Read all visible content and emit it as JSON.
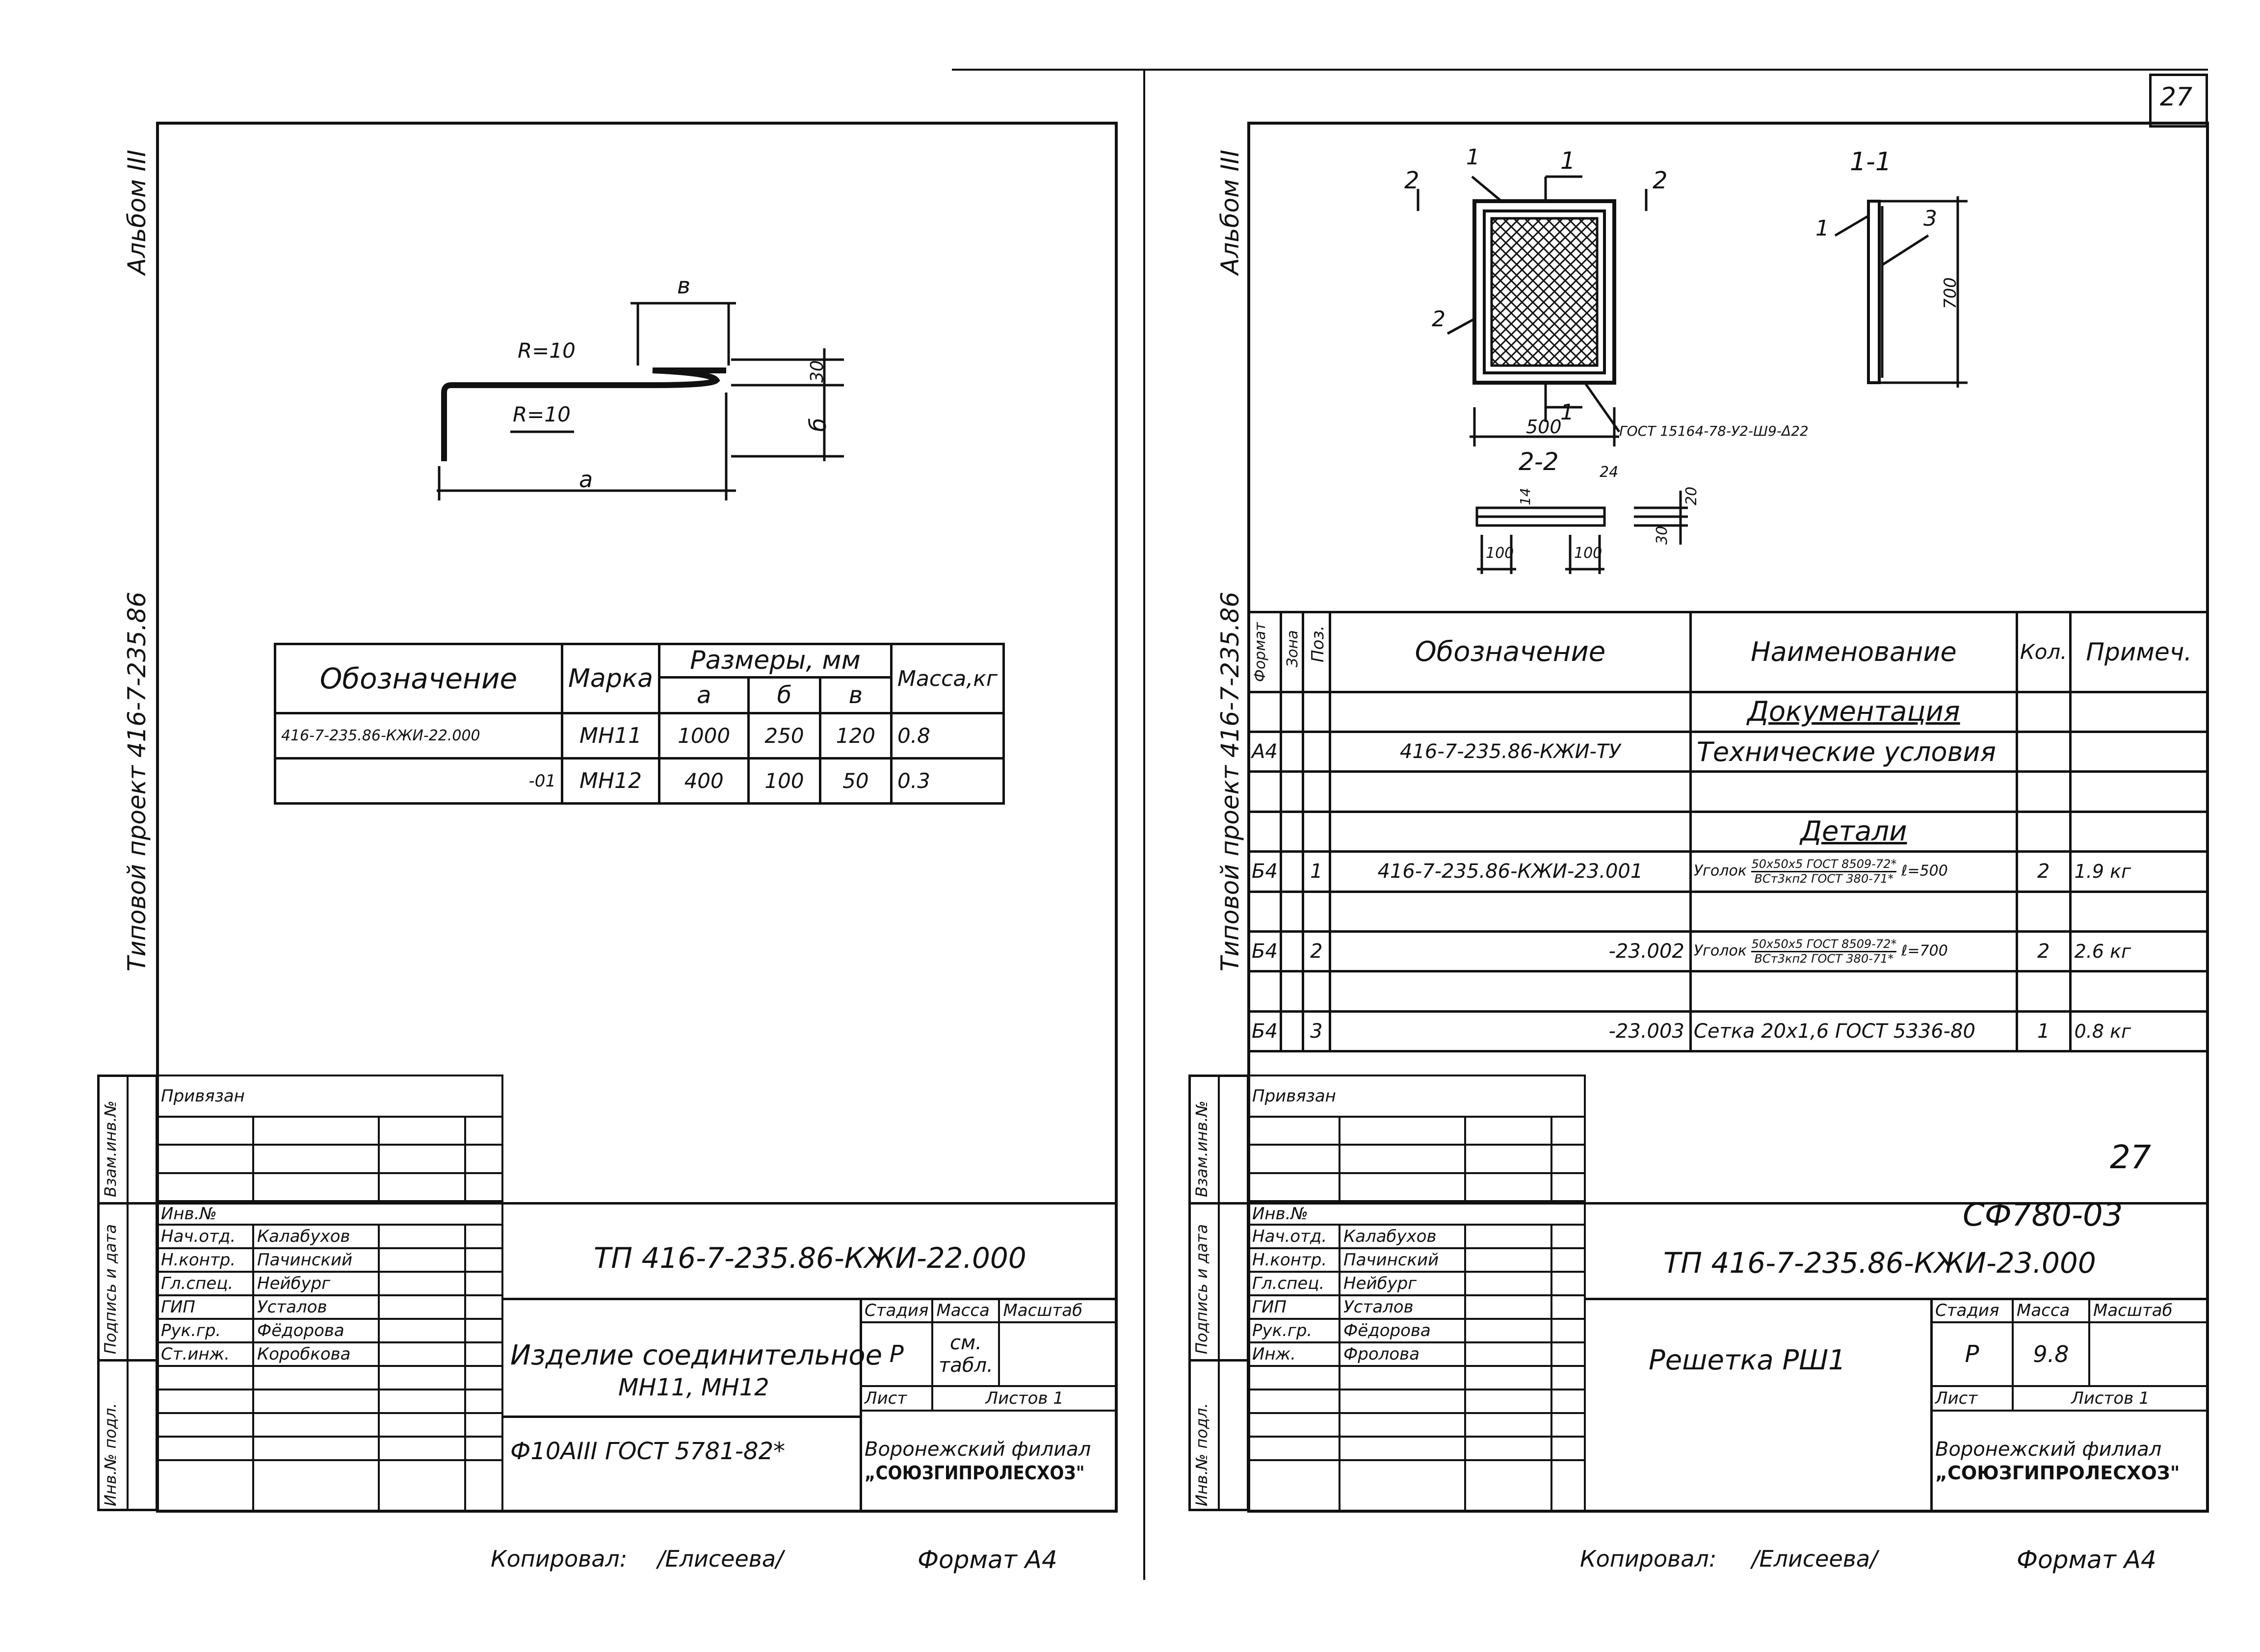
{
  "page_number": "27",
  "left_sheet": {
    "album": "Альбом III",
    "project": "Типовой проект 416-7-235.86",
    "drawing_labels": {
      "radius_top": "R=10",
      "radius_bottom": "R=10",
      "dim_a": "а",
      "dim_b": "б",
      "dim_v": "в",
      "dim_30": "30"
    },
    "table": {
      "headers": {
        "designation": "Обозначение",
        "mark": "Марка",
        "sizes": "Размеры, мм",
        "a": "а",
        "b": "б",
        "v": "в",
        "mass": "Масса,кг"
      },
      "rows": [
        {
          "designation": "416-7-235.86-КЖИ-22.000",
          "mark": "МН11",
          "a": "1000",
          "b": "250",
          "v": "120",
          "mass": "0.8"
        },
        {
          "designation": "-01",
          "mark": "МН12",
          "a": "400",
          "b": "100",
          "v": "50",
          "mass": "0.3"
        }
      ]
    },
    "stamp": {
      "attached": "Привязан",
      "inv_no": "Инв.№",
      "side_labels": [
        "Взам.инв.№",
        "Подпись и дата",
        "Инв.№ подл."
      ],
      "staff": [
        {
          "role": "Нач.отд.",
          "name": "Калабухов"
        },
        {
          "role": "Н.контр.",
          "name": "Пачинский"
        },
        {
          "role": "Гл.спец.",
          "name": "Нейбург"
        },
        {
          "role": "ГИП",
          "name": "Усталов"
        },
        {
          "role": "Рук.гр.",
          "name": "Фёдорова"
        },
        {
          "role": "Ст.инж.",
          "name": "Коробкова"
        }
      ],
      "code": "ТП 416-7-235.86-КЖИ-22.000",
      "title": "Изделие соединительное",
      "title2": "МН11, МН12",
      "material": "Ф10АIII ГОСТ 5781-82*",
      "stage_label": "Стадия",
      "mass_label": "Масса",
      "scale_label": "Масштаб",
      "stage": "Р",
      "mass": "см. табл.",
      "sheet_label": "Лист",
      "sheets_label": "Листов 1",
      "org": "Воронежский филиал",
      "org2": "„СОЮЗГИПРОЛЕСХОЗ\""
    },
    "copied": "Копировал:",
    "copier": "/Елисеева/",
    "format": "Формат А4"
  },
  "right_sheet": {
    "album": "Альбом III",
    "project": "Типовой проект 416-7-235.86",
    "drawing_labels": {
      "cut_1": "1",
      "cut_2": "2",
      "pos_1": "1",
      "pos_2": "2",
      "pos_3": "3",
      "section_11": "1-1",
      "section_22": "2-2",
      "width": "500",
      "height": "700",
      "gost": "ГОСТ 15164-78-У2-Ш9-Δ22",
      "d100a": "100",
      "d100b": "100",
      "d24": "24",
      "d14": "14",
      "d20": "20",
      "d30": "30"
    },
    "spec": {
      "headers": {
        "format": "Формат",
        "zone": "Зона",
        "pos": "Поз.",
        "designation": "Обозначение",
        "name": "Наименование",
        "qty": "Кол.",
        "note": "Примеч."
      },
      "sections": {
        "docs": "Документация",
        "parts": "Детали"
      },
      "doc_row": {
        "format": "А4",
        "designation": "416-7-235.86-КЖИ-ТУ",
        "name": "Техничеcкие условия"
      },
      "parts": [
        {
          "format": "Б4",
          "pos": "1",
          "designation": "416-7-235.86-КЖИ-23.001",
          "name": "Уголок",
          "frac_top": "50х50х5 ГОСТ 8509-72*",
          "frac_bot": "ВСт3кп2 ГОСТ 380-71*",
          "len": "ℓ=500",
          "qty": "2",
          "note": "1.9 кг"
        },
        {
          "format": "Б4",
          "pos": "2",
          "designation": "-23.002",
          "name": "Уголок",
          "frac_top": "50х50х5 ГОСТ 8509-72*",
          "frac_bot": "ВСт3кп2 ГОСТ 380-71*",
          "len": "ℓ=700",
          "qty": "2",
          "note": "2.6 кг"
        },
        {
          "format": "Б4",
          "pos": "3",
          "designation": "-23.003",
          "name": "Сетка 20х1,6 ГОСТ 5336-80",
          "qty": "1",
          "note": "0.8 кг"
        }
      ]
    },
    "stamp": {
      "attached": "Привязан",
      "inv_no": "Инв.№",
      "side_labels": [
        "Взам.инв.№",
        "Подпись и дата",
        "Инв.№ подл."
      ],
      "staff": [
        {
          "role": "Нач.отд.",
          "name": "Калабухов"
        },
        {
          "role": "Н.контр.",
          "name": "Пачинский"
        },
        {
          "role": "Гл.спец.",
          "name": "Нейбург"
        },
        {
          "role": "ГИП",
          "name": "Усталов"
        },
        {
          "role": "Рук.гр.",
          "name": "Фёдорова"
        },
        {
          "role": "Инж.",
          "name": "Фролова"
        }
      ],
      "handnote_1": "27",
      "handnote_2": "СФ780-03",
      "code": "ТП 416-7-235.86-КЖИ-23.000",
      "title": "Решетка РШ1",
      "stage_label": "Стадия",
      "mass_label": "Масса",
      "scale_label": "Масштаб",
      "stage": "Р",
      "mass": "9.8",
      "sheet_label": "Лист",
      "sheets_label": "Листов 1",
      "org": "Воронежский филиал",
      "org2": "„СОЮЗГИПРОЛЕСХОЗ\""
    },
    "copied": "Копировал:",
    "copier": "/Елисеева/",
    "format": "Формат А4"
  }
}
